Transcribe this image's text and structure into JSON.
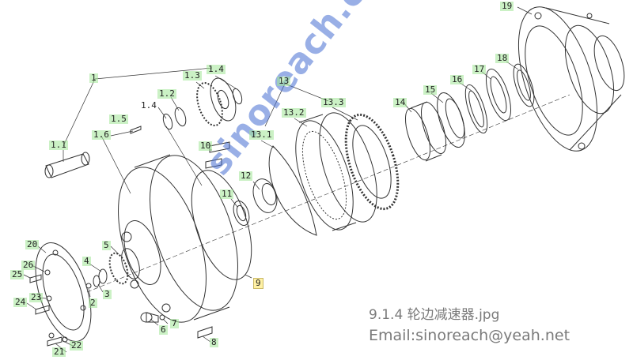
{
  "labels": {
    "l1": "1",
    "l1_1": "1.1",
    "l1_2": "1.2",
    "l1_3": "1.3",
    "l1_4a": "1.4",
    "l1_4b": "1.4",
    "l1_5": "1.5",
    "l1_6": "1.6",
    "l2": "2",
    "l3": "3",
    "l4": "4",
    "l5": "5",
    "l6": "6",
    "l7": "7",
    "l8": "8",
    "l9": "9",
    "l10": "10",
    "l11": "11",
    "l12": "12",
    "l13": "13",
    "l13_1": "13.1",
    "l13_2": "13.2",
    "l13_3": "13.3",
    "l14": "14",
    "l15": "15",
    "l16": "16",
    "l17": "17",
    "l18": "18",
    "l19": "19",
    "l20": "20",
    "l21": "21",
    "l22": "22",
    "l23": "23",
    "l24": "24",
    "l25": "25",
    "l26": "26"
  },
  "caption": {
    "file_name": "9.1.4 轮边减速器.jpg",
    "email": "Email:sinoreach@yeah.net"
  },
  "watermark": "sinoreach.cn",
  "colors": {
    "ink": "#333333",
    "label_bg": "#a0e696",
    "highlight_bg": "#fff0a0",
    "watermark": "#466ed2",
    "caption": "#7a7a7a"
  }
}
